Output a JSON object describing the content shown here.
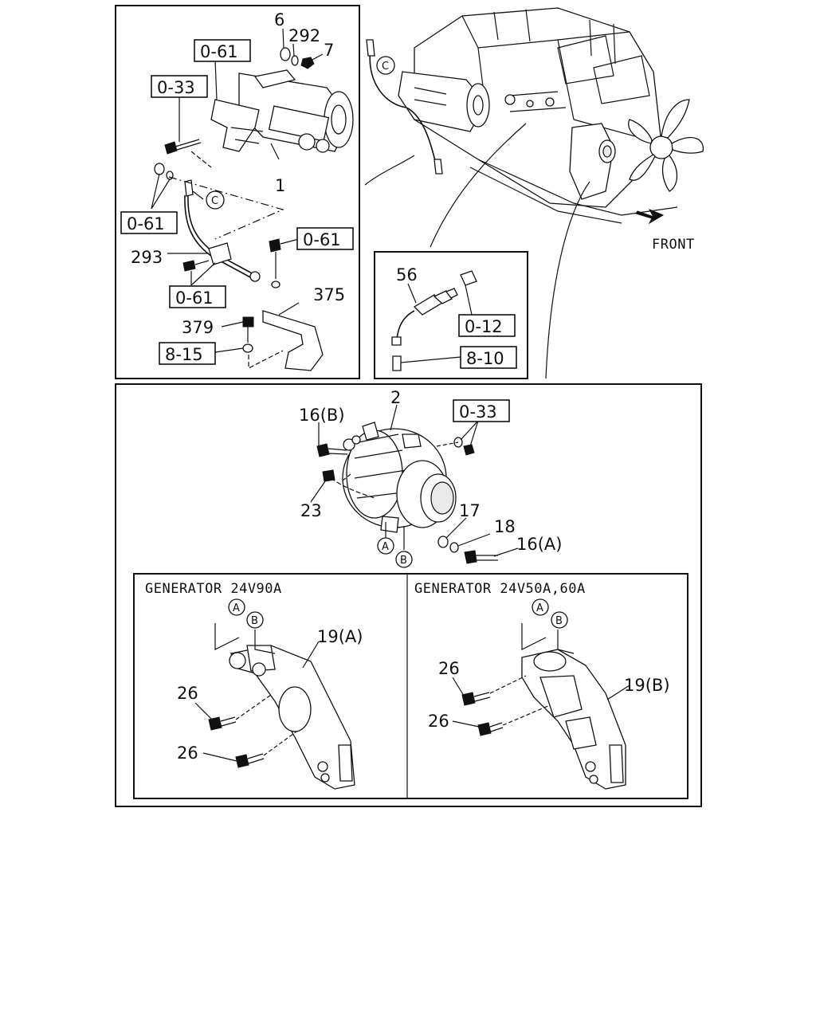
{
  "callouts": {
    "c6": "6",
    "c292": "292",
    "c7": "7",
    "c1": "1",
    "c293": "293",
    "c375": "375",
    "c379": "379",
    "c56": "56",
    "c2": "2",
    "c16b": "16(B)",
    "c23": "23",
    "c17": "17",
    "c18": "18",
    "c16a": "16(A)",
    "c19a": "19(A)",
    "c19b": "19(B)",
    "c26_1": "26",
    "c26_2": "26",
    "c26_3": "26",
    "c26_4": "26"
  },
  "ref_boxes": {
    "r0_61_top": "0-61",
    "r0_33_top": "0-33",
    "r0_61_left": "0-61",
    "r0_61_right": "0-61",
    "r0_61_bottom": "0-61",
    "r8_15": "8-15",
    "r0_12": "0-12",
    "r8_10": "8-10",
    "r0_33_gen": "0-33"
  },
  "circle_markers": {
    "c_marker_1": "C",
    "c_marker_2": "C",
    "a_marker_1": "A",
    "b_marker_1": "B",
    "a_marker_2": "A",
    "b_marker_2": "B",
    "a_marker_3": "A",
    "b_marker_3": "B"
  },
  "front_label": "FRONT",
  "variants": {
    "left_title": "GENERATOR 24V90A",
    "right_title": "GENERATOR 24V50A,60A"
  }
}
